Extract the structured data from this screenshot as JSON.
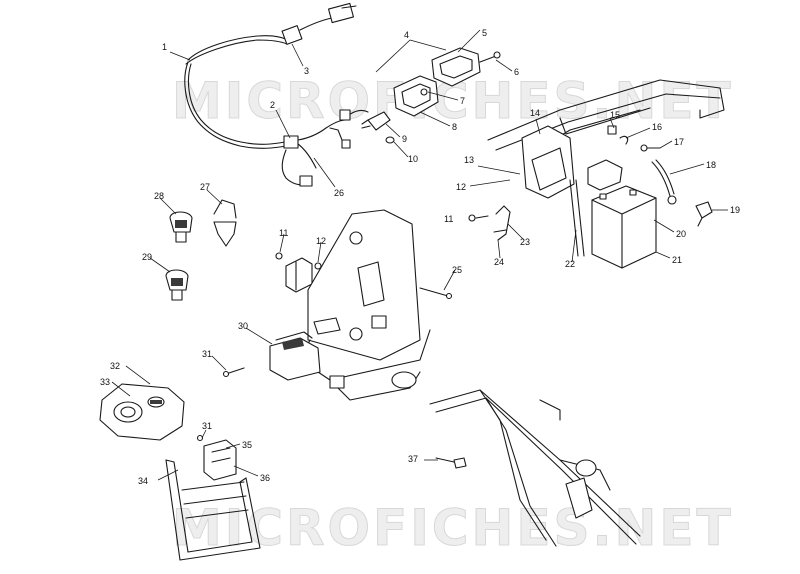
{
  "watermark_text": "MICROFICHES.NET",
  "callouts": [
    {
      "id": "1",
      "label": "1"
    },
    {
      "id": "2",
      "label": "2"
    },
    {
      "id": "3",
      "label": "3"
    },
    {
      "id": "4",
      "label": "4"
    },
    {
      "id": "5",
      "label": "5"
    },
    {
      "id": "6",
      "label": "6"
    },
    {
      "id": "7",
      "label": "7"
    },
    {
      "id": "8",
      "label": "8"
    },
    {
      "id": "9",
      "label": "9"
    },
    {
      "id": "10",
      "label": "10"
    },
    {
      "id": "11a",
      "label": "11"
    },
    {
      "id": "11b",
      "label": "11"
    },
    {
      "id": "12a",
      "label": "12"
    },
    {
      "id": "12b",
      "label": "12"
    },
    {
      "id": "13",
      "label": "13"
    },
    {
      "id": "14",
      "label": "14"
    },
    {
      "id": "15",
      "label": "15"
    },
    {
      "id": "16",
      "label": "16"
    },
    {
      "id": "17",
      "label": "17"
    },
    {
      "id": "18",
      "label": "18"
    },
    {
      "id": "19",
      "label": "19"
    },
    {
      "id": "20",
      "label": "20"
    },
    {
      "id": "21",
      "label": "21"
    },
    {
      "id": "22",
      "label": "22"
    },
    {
      "id": "23",
      "label": "23"
    },
    {
      "id": "24",
      "label": "24"
    },
    {
      "id": "25",
      "label": "25"
    },
    {
      "id": "26",
      "label": "26"
    },
    {
      "id": "27",
      "label": "27"
    },
    {
      "id": "28",
      "label": "28"
    },
    {
      "id": "29",
      "label": "29"
    },
    {
      "id": "30",
      "label": "30"
    },
    {
      "id": "31a",
      "label": "31"
    },
    {
      "id": "31b",
      "label": "31"
    },
    {
      "id": "32",
      "label": "32"
    },
    {
      "id": "33",
      "label": "33"
    },
    {
      "id": "34",
      "label": "34"
    },
    {
      "id": "35",
      "label": "35"
    },
    {
      "id": "36",
      "label": "36"
    },
    {
      "id": "37",
      "label": "37"
    }
  ]
}
